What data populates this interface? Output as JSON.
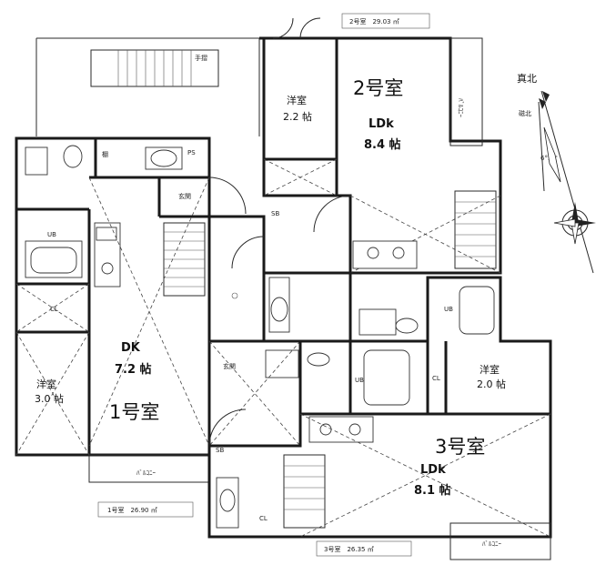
{
  "units": [
    {
      "name": "1号室",
      "area": "1号室　26.90 ㎡",
      "main_room": "DK",
      "main_size": "7.2 帖",
      "west_room": "洋室",
      "west_size": "3.0 帖"
    },
    {
      "name": "2号室",
      "area": "2号室　29.03 ㎡",
      "main_room": "LDk",
      "main_size": "8.4 帖",
      "west_room": "洋室",
      "west_size": "2.2 帖"
    },
    {
      "name": "3号室",
      "area": "3号室　26.35 ㎡",
      "main_room": "LDk",
      "main_size": "8.1 帖",
      "west_room": "洋室",
      "west_size": "2.0 帖"
    }
  ],
  "labels": {
    "ub": "UB",
    "cl": "CL",
    "entrance": "玄関",
    "balcony": "ﾊﾞﾙｺﾆｰ",
    "shelf": "棚",
    "ps": "PS",
    "sb": "SB",
    "handrail": "手摺"
  },
  "compass": {
    "true_north": "真北",
    "magnetic_north": "磁北",
    "declination": "6°30'"
  }
}
